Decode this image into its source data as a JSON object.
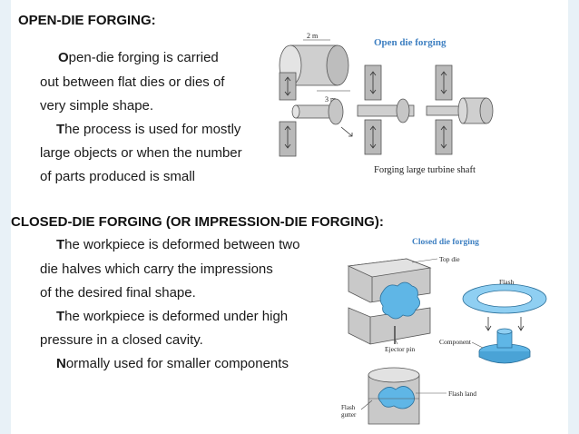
{
  "open_die": {
    "heading": "OPEN-DIE FORGING:",
    "lines": [
      {
        "first": "O",
        "rest": "pen-die forging is carried"
      },
      {
        "first": "",
        "rest": "out  between flat dies or dies of"
      },
      {
        "first": "",
        "rest": "very simple shape."
      },
      {
        "first": "T",
        "rest": "he process is used for mostly"
      },
      {
        "first": "",
        "rest": "large objects or when the number"
      },
      {
        "first": "",
        "rest": "of parts produced is small"
      }
    ],
    "figure": {
      "title": "Open die forging",
      "dim_top": "2 m",
      "dim_side": "3 m",
      "caption": "Forging large turbine shaft"
    }
  },
  "closed_die": {
    "heading": "CLOSED-DIE FORGING (OR IMPRESSION-DIE FORGING):",
    "lines": [
      {
        "first": "T",
        "rest": "he workpiece is deformed between two"
      },
      {
        "first": "",
        "rest": "die halves which carry the impressions"
      },
      {
        "first": "",
        "rest": "of the desired final shape."
      },
      {
        "first": "T",
        "rest": "he workpiece is deformed under high"
      },
      {
        "first": "",
        "rest": "pressure in a closed cavity."
      },
      {
        "first": "N",
        "rest": "ormally used for smaller components"
      }
    ],
    "figure": {
      "title": "Closed die forging",
      "labels": {
        "top_die": "Top die",
        "flash": "Flash",
        "ejector_pin": "Ejector pin",
        "component": "Component",
        "flash_land": "Flash land",
        "flash_gutter_1": "Flash",
        "flash_gutter_2": "gutter"
      }
    }
  },
  "colors": {
    "die_gray": "#b9b9b9",
    "workpiece_blue": "#5fb6e6",
    "title_blue": "#3d7fc1"
  }
}
